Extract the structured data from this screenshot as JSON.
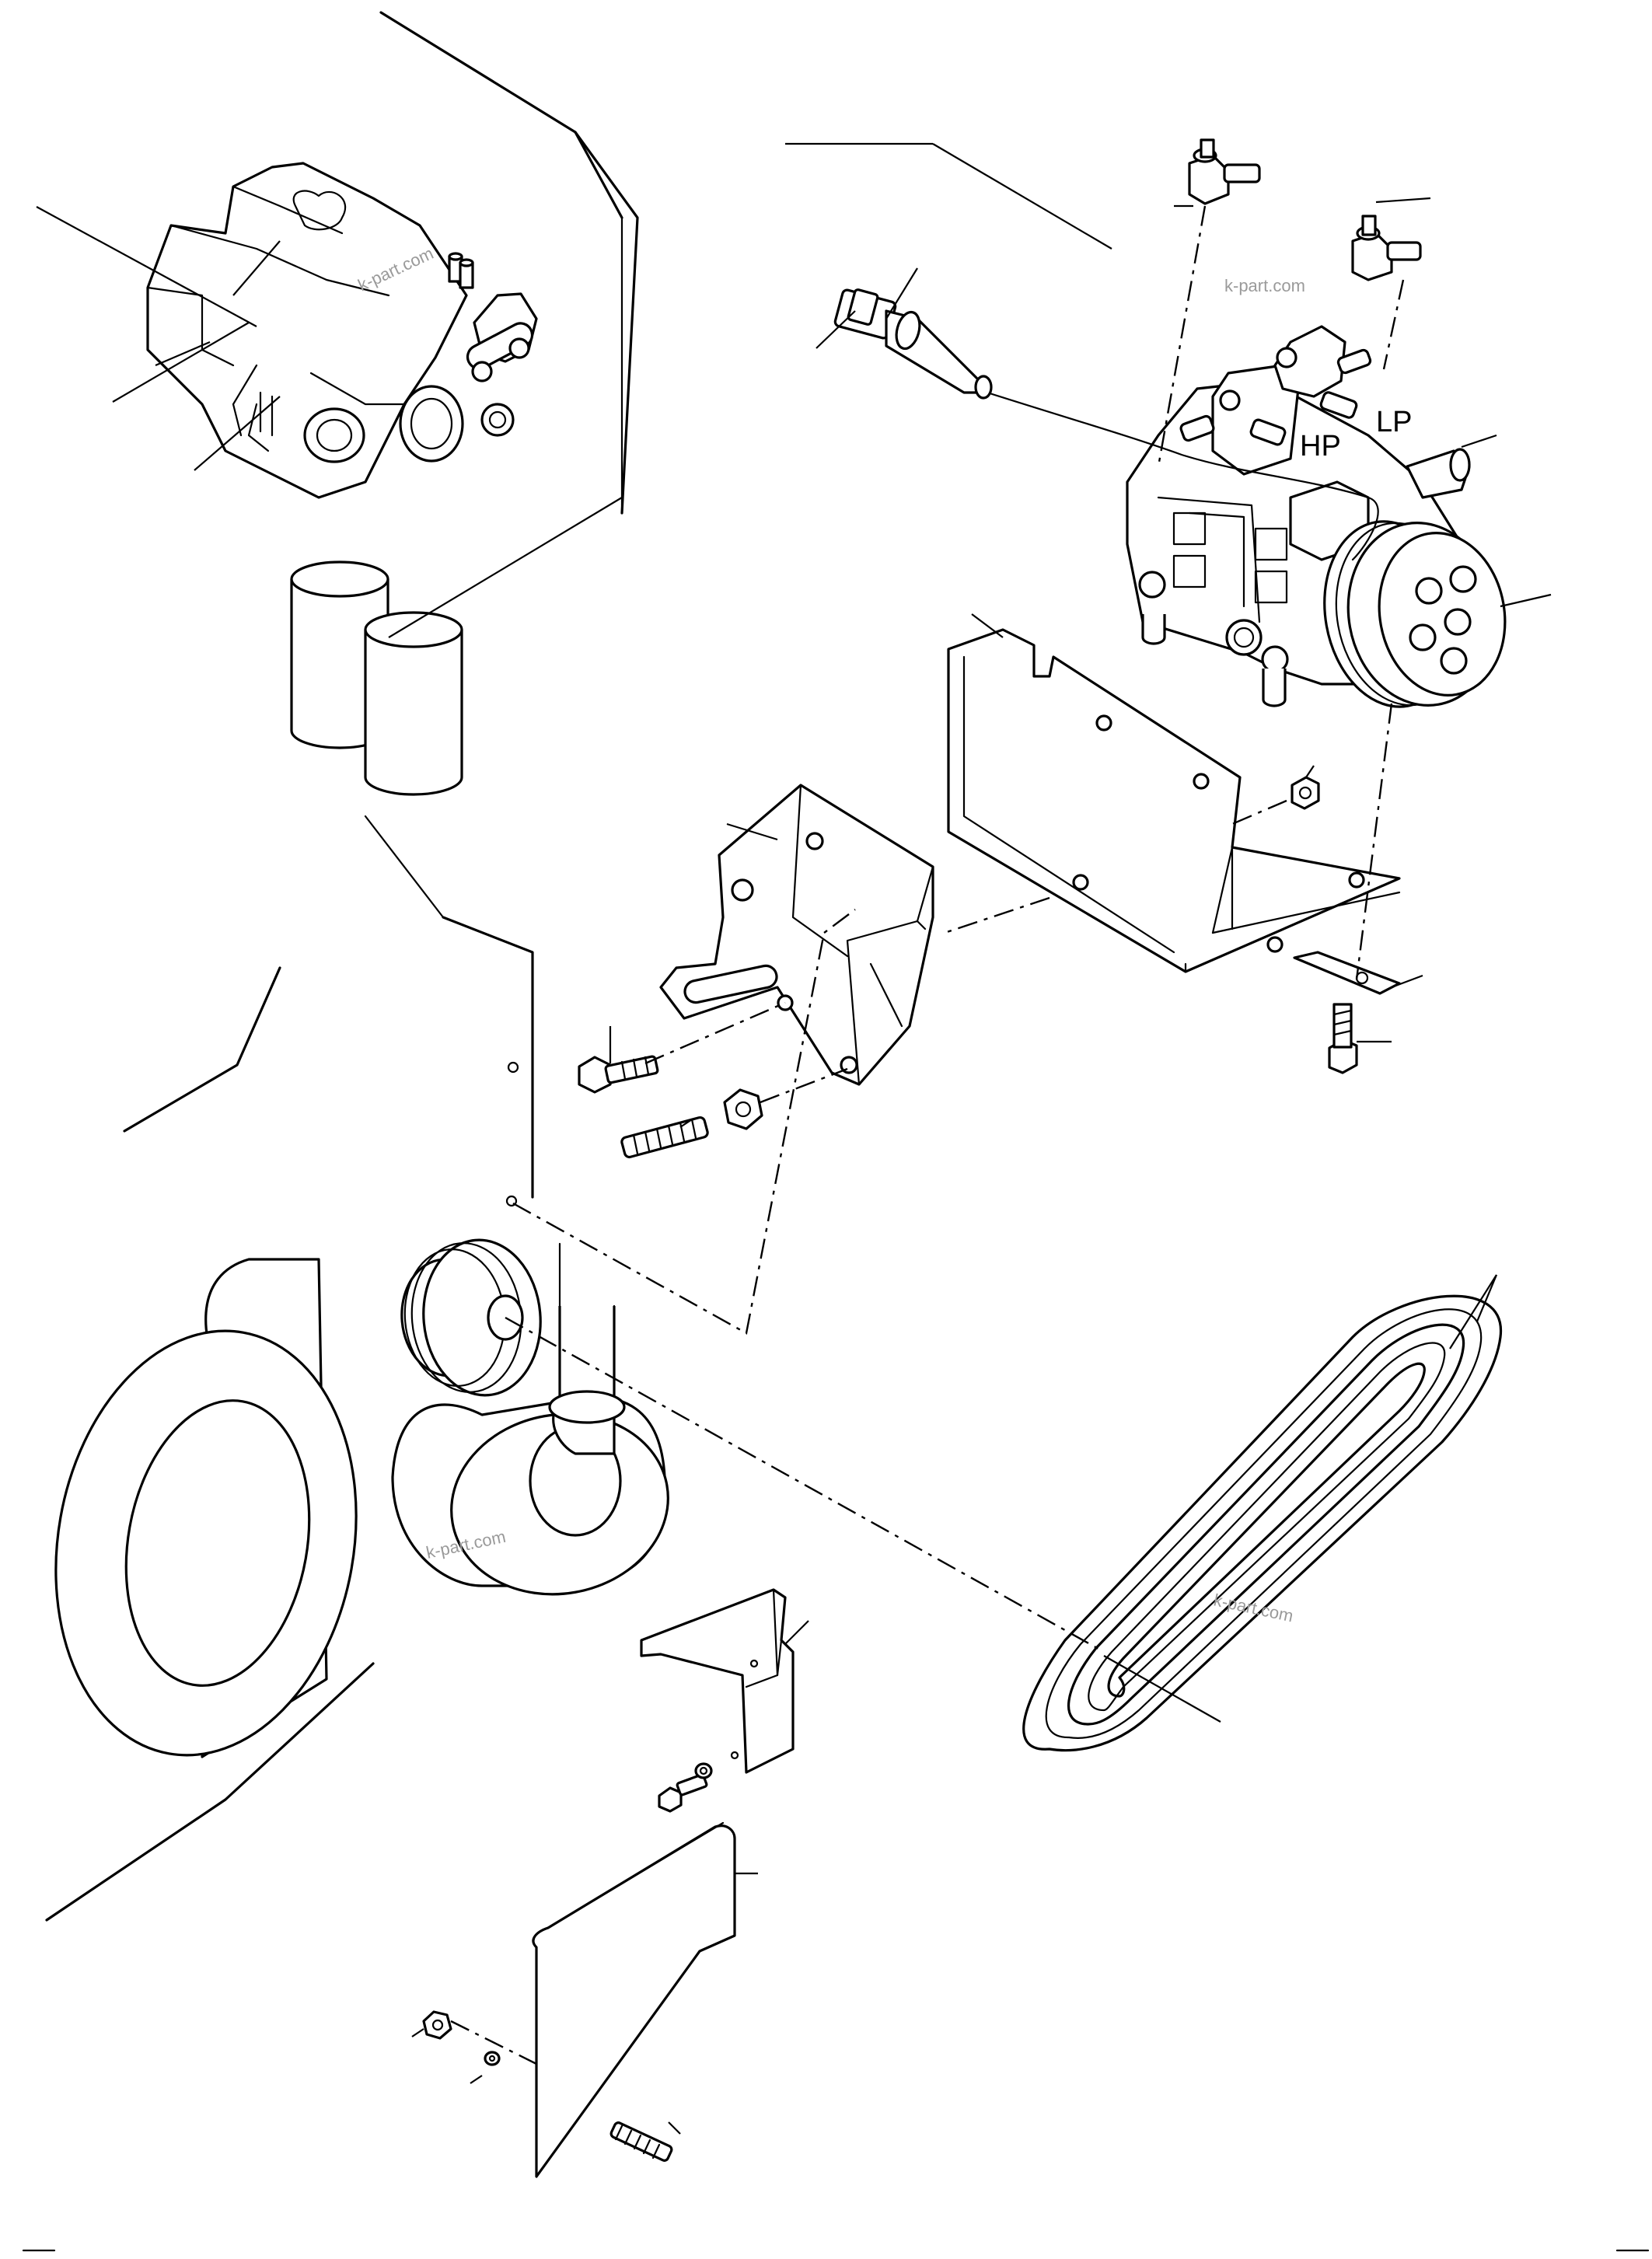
{
  "labels": {
    "low_pressure": "LP",
    "high_pressure": "HP"
  },
  "watermark": "k-part.com",
  "colors": {
    "line": "#000000",
    "background": "#ffffff",
    "watermark": "#9a9a9a"
  }
}
